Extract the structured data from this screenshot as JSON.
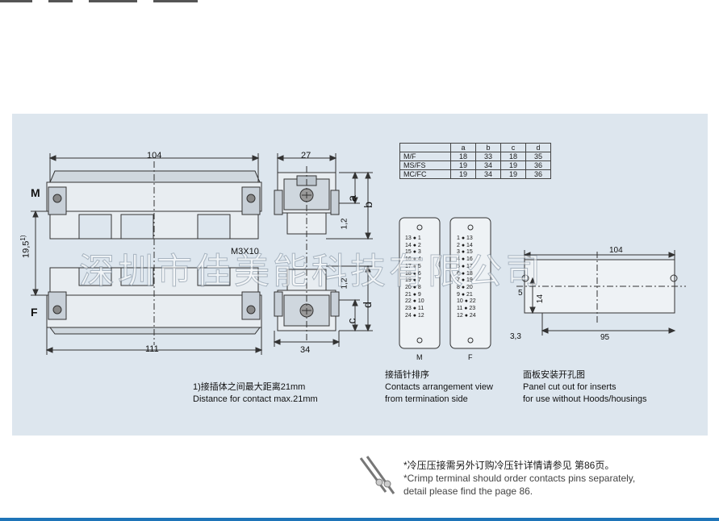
{
  "diagram": {
    "row_labels": {
      "m": "M",
      "f": "F"
    },
    "dimensions": {
      "top_width": "104",
      "bottom_width": "111",
      "side_top": "27",
      "side_bottom": "34",
      "gap": "19,5",
      "gap_sup": "1)",
      "screw": "M3X10",
      "a": "a",
      "b": "b",
      "c": "c",
      "d": "d",
      "one_two_top": "1,2",
      "one_two_bottom": "1,2"
    },
    "table": {
      "headers": [
        "",
        "a",
        "b",
        "c",
        "d"
      ],
      "rows": [
        [
          "M/F",
          "18",
          "33",
          "18",
          "35"
        ],
        [
          "MS/FS",
          "19",
          "34",
          "19",
          "36"
        ],
        [
          "MC/FC",
          "19",
          "34",
          "19",
          "36"
        ]
      ]
    },
    "pin_blocks": {
      "m_label": "M",
      "f_label": "F",
      "m_pins": [
        "13 ● 1",
        "14 ● 2",
        "15 ● 3",
        "16 ● 4",
        "17 ● 5",
        "18 ● 6",
        "19 ● 7",
        "20 ● 8",
        "21 ● 9",
        "22 ● 10",
        "23 ● 11",
        "24 ● 12"
      ],
      "f_pins": [
        "1 ● 13",
        "2 ● 14",
        "3 ● 15",
        "4 ● 16",
        "5 ● 17",
        "6 ● 18",
        "7 ● 19",
        "8 ● 20",
        "9 ● 21",
        "10 ● 22",
        "11 ● 23",
        "12 ● 24"
      ]
    },
    "cutout": {
      "width_top": "104",
      "width_bottom": "95",
      "left_5": "5",
      "height_14": "14",
      "offset": "3,3"
    },
    "captions": {
      "distance_cn": "1)接插体之间最大距离21mm",
      "distance_en": "Distance for contact max.21mm",
      "contacts_cn": "接插针排序",
      "contacts_en1": "Contacts arrangement view",
      "contacts_en2": "from termination side",
      "panel_cn": "面板安装开孔图",
      "panel_en1": "Panel cut out for inserts",
      "panel_en2": "for use without Hoods/housings"
    },
    "watermark": "深圳市佳美能科技有限公司"
  },
  "footer": {
    "note_cn": "*冷压压接需另外订购冷压针详情请参见  第86页。",
    "note_en1": "*Crimp terminal should order contacts pins separately,",
    "note_en2": "detail please find the page 86."
  },
  "colors": {
    "panel_bg": "#dde6ee",
    "bottom_bar": "#1e74b8",
    "line": "#333333"
  }
}
